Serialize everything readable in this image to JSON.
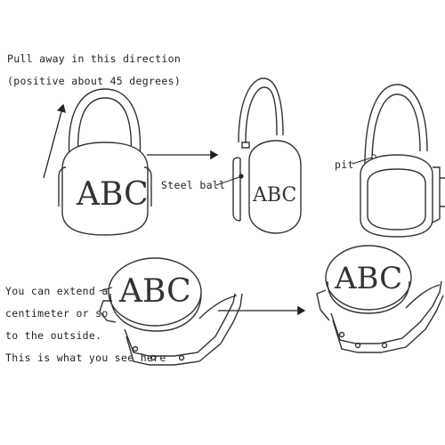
{
  "instructions": {
    "line1": "Pull away in this direction",
    "line2": "(positive about 45 degrees)"
  },
  "labels": {
    "steel_ball": "Steel ball",
    "pit": "pit"
  },
  "note": {
    "line1": "You can extend a",
    "line2": "centimeter or so",
    "line3": "to the outside.",
    "line4": "This is what you see here"
  },
  "logo_text": "ABC"
}
